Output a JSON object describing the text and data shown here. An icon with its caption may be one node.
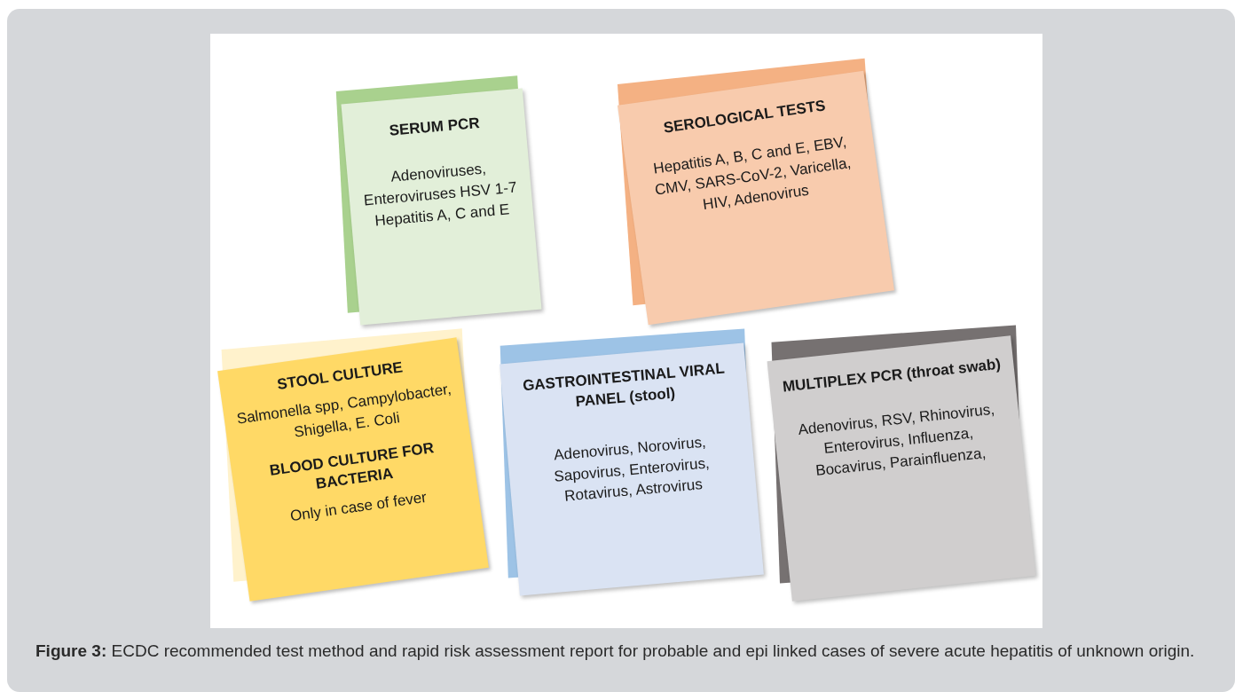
{
  "diagram": {
    "caption": "**Figure 3:** ECDC recommended test method and rapid risk assessment report for probable and epi linked cases of severe acute hepatitis of unknown origin.",
    "nodes": [
      {
        "text": [
          "SERUM PCR",
          "Adenoviruses, Enteroviruses HSV 1-7 Hepatitis A, C and E"
        ]
      },
      {
        "text": [
          "SEROLOGICAL TESTS",
          "Hepatitis A, B, C and E, EBV, CMV, SARS-CoV-2, Varicella, HIV, Adenovirus"
        ]
      },
      {
        "text": [
          "STOOL CULTURE",
          "Salmonella spp, Campylobacter, Shigella, E. Coli",
          "BLOOD CULTURE FOR BACTERIA",
          "Only in case of fever"
        ]
      },
      {
        "text": [
          "GASTROINTESTINAL VIRAL PANEL (stool)",
          "Adenovirus, Norovirus, Sapovirus, Enterovirus, Rotavirus, Astrovirus"
        ]
      },
      {
        "text": [
          "MULTIPLEX PCR (throat swab)",
          "Adenovirus, RSV, Rhinovirus, Enterovirus, Influenza, Bocavirus, Parainfluenza,"
        ]
      }
    ]
  }
}
